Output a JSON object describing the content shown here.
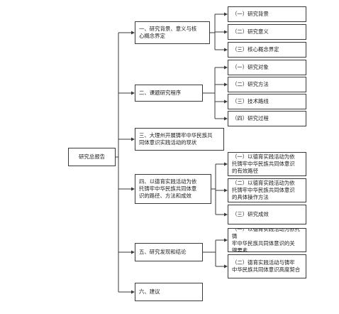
{
  "root": {
    "label": "研究总报告"
  },
  "branches": [
    {
      "label": "一、研究背景、意义与核\n心概念界定",
      "children": [
        "（一）研究背景",
        "（二）研究意义",
        "（三）核心概念界定"
      ]
    },
    {
      "label": "二、课题研究程序",
      "children": [
        "（一）研究对象",
        "（二）研究方法",
        "（三）技术路线",
        "（四）研究过程"
      ]
    },
    {
      "label": "三、大理州开展铸牢中华民族共\n同体意识实践活动的现状",
      "children": []
    },
    {
      "label": "四、以德育实践活动为依\n托铸牢中华民族共同体意\n识的路径、方法和成效",
      "children": [
        "（一）以德育实践活动为依\n托铸牢中华民族共同体意识\n的有效路径",
        "（二）以德育实践活动为依\n托铸牢中华民族共同体意识\n的具体操作方法",
        "（三）研究成效"
      ]
    },
    {
      "label": "五、研究发现和结论",
      "children": [
        "（一）以德育实践活动为依托铸\n牢中华民族共同体意识的关\n键要素",
        "（二）德育实践活动与铸牢\n中华民族共同体意识高度契合"
      ]
    },
    {
      "label": "六、建议",
      "children": []
    }
  ],
  "colors": {
    "line": "#3a3a3a",
    "box_border": "#3a3a3a",
    "text": "#1a1a1a"
  }
}
